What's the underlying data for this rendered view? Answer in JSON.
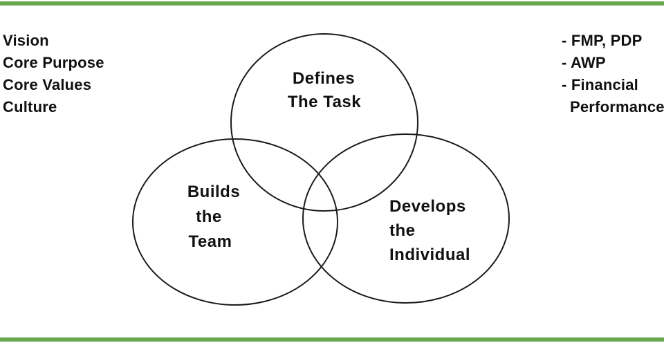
{
  "colors": {
    "rule": "#6aa84f",
    "stroke": "#1a1a1a",
    "text": "#111111"
  },
  "left_list": [
    "Vision",
    "Core Purpose",
    "Core Values",
    "Culture"
  ],
  "right_list": {
    "items": [
      "- FMP, PDP",
      "- AWP",
      "- Financial"
    ],
    "continuation": "Performance"
  },
  "circles": {
    "task": {
      "lines": [
        "Defines",
        "The Task"
      ]
    },
    "team": {
      "lines": [
        "Builds",
        "the",
        "Team"
      ]
    },
    "individual": {
      "lines": [
        "Develops",
        "the",
        "Individual"
      ]
    }
  }
}
